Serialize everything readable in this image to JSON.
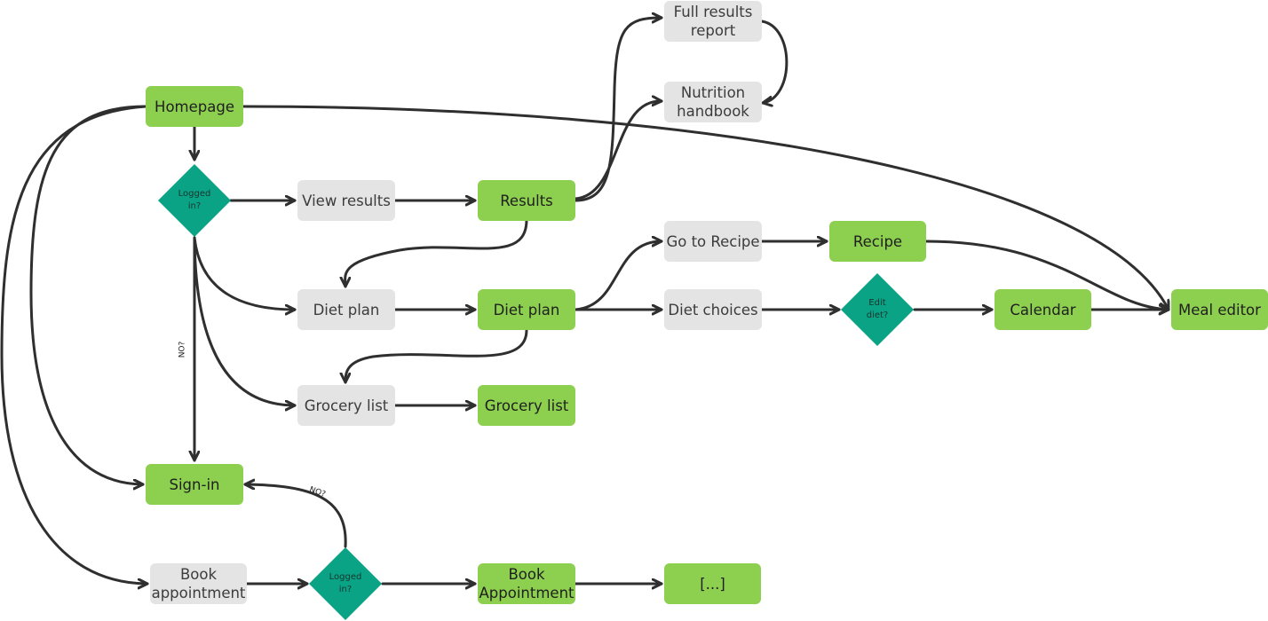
{
  "colors": {
    "page_node": "#8dd04f",
    "action_node": "#e4e4e4",
    "decision_node": "#0aa386",
    "connector": "#2f2f2f"
  },
  "nodes": {
    "homepage": "Homepage",
    "view_results": "View results",
    "results": "Results",
    "full_results_report": "Full results\nreport",
    "nutrition_handbook": "Nutrition\nhandbook",
    "diet_plan_action": "Diet plan",
    "diet_plan_page": "Diet plan",
    "go_to_recipe": "Go to Recipe",
    "recipe": "Recipe",
    "diet_choices": "Diet choices",
    "calendar": "Calendar",
    "meal_editor": "Meal editor",
    "grocery_list_action": "Grocery list",
    "grocery_list_page": "Grocery list",
    "sign_in": "Sign-in",
    "book_appointment_action": "Book\nappointment",
    "book_appointment_page": "Book\nAppointment",
    "ellipsis": "[...]"
  },
  "decisions": {
    "logged_in_top": "Logged\nin?",
    "edit_diet": "Edit\ndiet?",
    "logged_in_bottom": "Logged\nin?"
  },
  "edge_labels": {
    "no_vertical": "NO?",
    "no_curved": "NO?"
  }
}
